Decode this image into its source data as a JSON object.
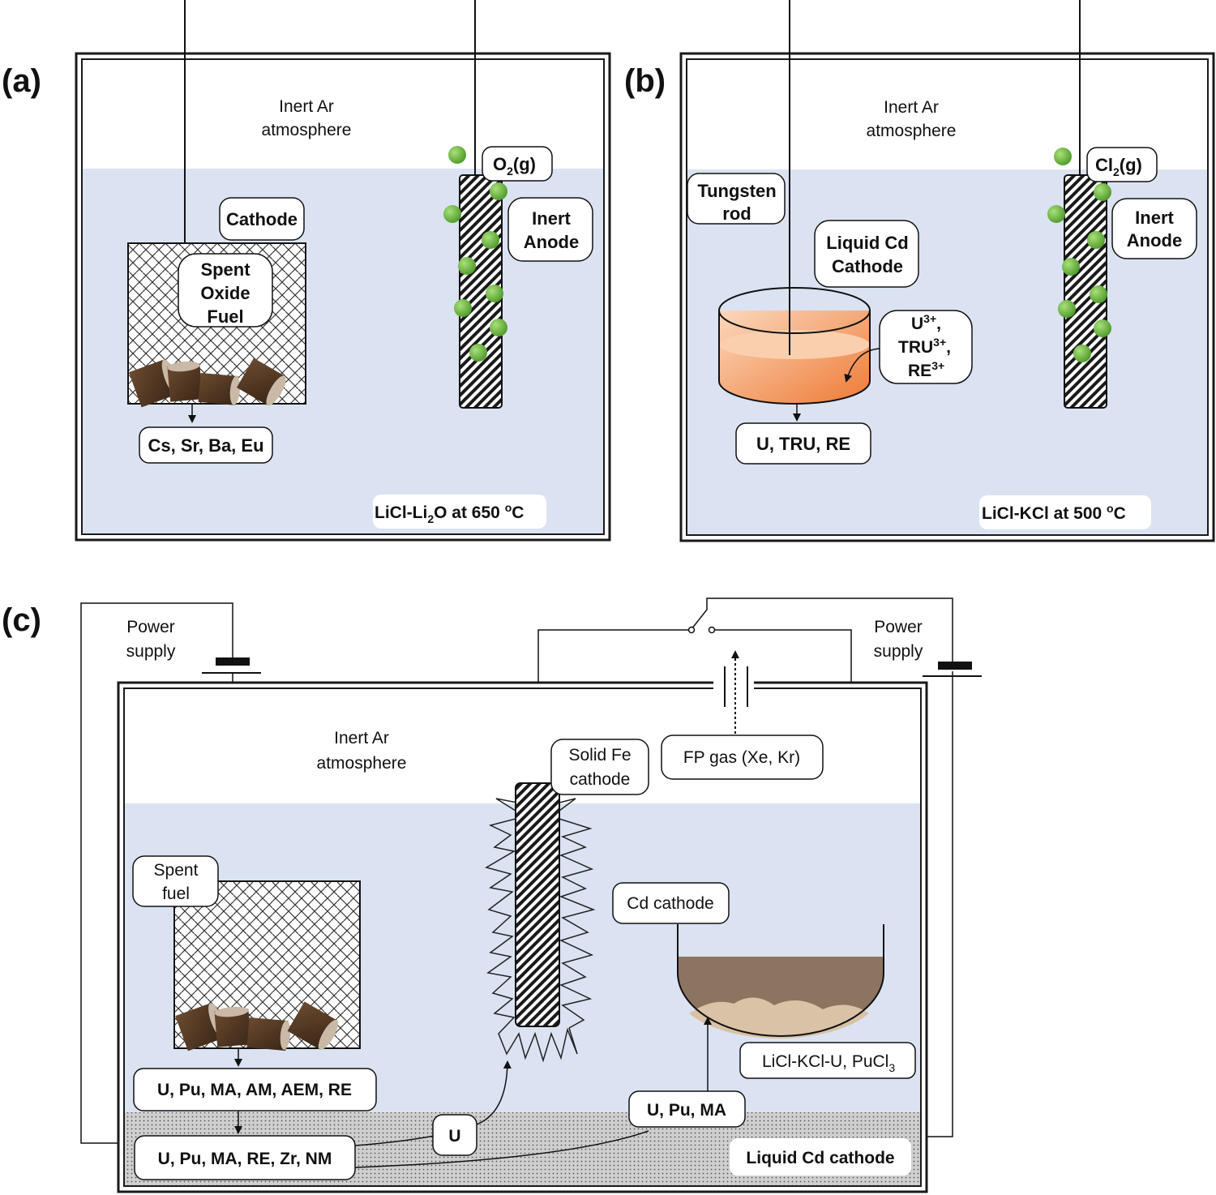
{
  "panel_a": {
    "letter": "(a)",
    "atmosphere": [
      "Inert Ar",
      "atmosphere"
    ],
    "cathode_label": "Cathode",
    "fuel_label": [
      "Spent",
      "Oxide",
      "Fuel"
    ],
    "anode_label": [
      "Inert",
      "Anode"
    ],
    "gas_label": {
      "main": "O",
      "sub": "2",
      "tail": "(g)"
    },
    "product_label": "Cs, Sr, Ba, Eu",
    "salt_label": {
      "pre": "LiCl-Li",
      "sub": "2",
      "mid": "O at 650 ",
      "sup": "o",
      "post": "C"
    }
  },
  "panel_b": {
    "letter": "(b)",
    "atmosphere": [
      "Inert Ar",
      "atmosphere"
    ],
    "rod_label": [
      "Tungsten",
      "rod"
    ],
    "cd_cathode_label": [
      "Liquid Cd",
      "Cathode"
    ],
    "anode_label": [
      "Inert",
      "Anode"
    ],
    "gas_label": {
      "main": "Cl",
      "sub": "2",
      "tail": "(g)"
    },
    "ions_label": [
      {
        "main": "U",
        "sup": "3+",
        "tail": ","
      },
      {
        "main": "TRU",
        "sup": "3+",
        "tail": ","
      },
      {
        "main": "RE",
        "sup": "3+",
        "tail": ""
      }
    ],
    "product_label": "U, TRU, RE",
    "salt_label": {
      "pre": "LiCl-KCl at 500 ",
      "sup": "o",
      "post": "C"
    }
  },
  "panel_c": {
    "letter": "(c)",
    "power_supply_left": [
      "Power",
      "supply"
    ],
    "power_supply_right": [
      "Power",
      "supply"
    ],
    "atmosphere": [
      "Inert Ar",
      "atmosphere"
    ],
    "spent_fuel_label": [
      "Spent",
      "fuel"
    ],
    "fe_cathode_label": [
      "Solid Fe",
      "cathode"
    ],
    "fp_gas_label": "FP gas (Xe, Kr)",
    "cd_cathode_label": "Cd cathode",
    "salt_label": {
      "pre": "LiCl-KCl-U, PuCl",
      "sub": "3"
    },
    "dissolved_label": "U, Pu, MA, AM, AEM, RE",
    "pool_label": "U, Pu, MA, RE, Zr, NM",
    "u_label": "U",
    "upuma_label": "U, Pu, MA",
    "liquid_cd_label": "Liquid Cd cathode"
  },
  "colors": {
    "salt": "#dbe3f2",
    "box_border": "#1a1a1a",
    "gas_bubble": "#6fbf44",
    "cd_liquid": "#f4a06a",
    "cd_deposit": "#8b7560",
    "fuel_pellet": "#4a3322"
  }
}
